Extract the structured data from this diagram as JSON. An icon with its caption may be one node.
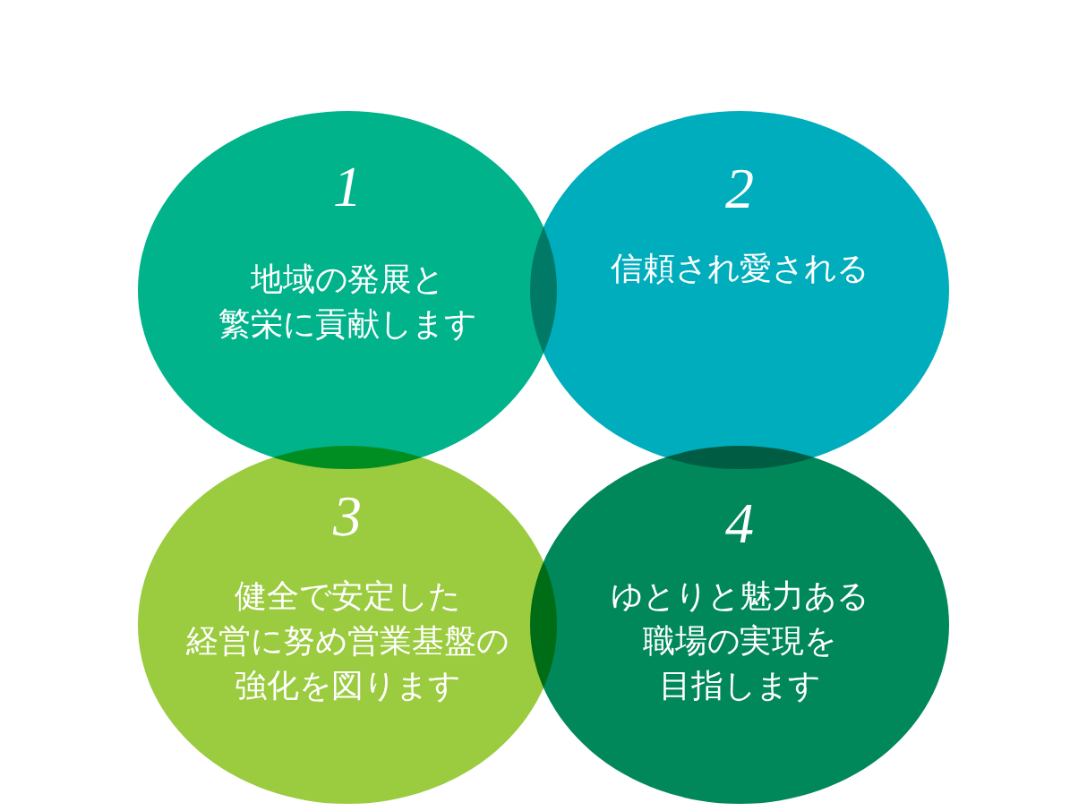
{
  "diagram": {
    "nodes": [
      {
        "text": [
          "1",
          "地域の発展と繁栄に貢献します"
        ]
      },
      {
        "text": [
          "2",
          "信頼され愛される"
        ]
      },
      {
        "text": [
          "3",
          "健全で安定した経営に努め営業基盤の強化を図ります"
        ]
      },
      {
        "text": [
          "4",
          "ゆとりと魅力ある職場の実現を目指します"
        ]
      }
    ]
  }
}
